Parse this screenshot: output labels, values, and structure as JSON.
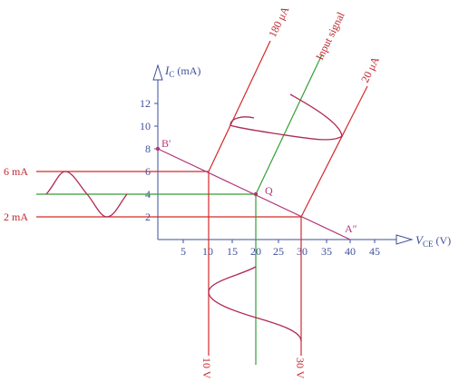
{
  "chart_data": {
    "type": "diagram",
    "x_axis": {
      "label_main": "V",
      "label_sub": "CE",
      "label_unit": " (V)",
      "ticks": [
        "5",
        "10",
        "15",
        "20",
        "25",
        "30",
        "35",
        "40",
        "45"
      ]
    },
    "y_axis": {
      "label_main": "I",
      "label_sub": "C",
      "label_unit": " (mA)",
      "ticks": [
        "2",
        "4",
        "6",
        "8",
        "10",
        "12"
      ]
    },
    "load_line": {
      "point_b": "B′",
      "point_a": "A″",
      "q_point": "Q"
    },
    "curve_labels": {
      "upper": "180 μA",
      "lower": "20 μA",
      "input": "Input signal"
    },
    "current_labels": {
      "high": "6 mA",
      "low": "2 mA"
    },
    "voltage_labels": {
      "low": "10 V",
      "high": "30 V"
    }
  }
}
